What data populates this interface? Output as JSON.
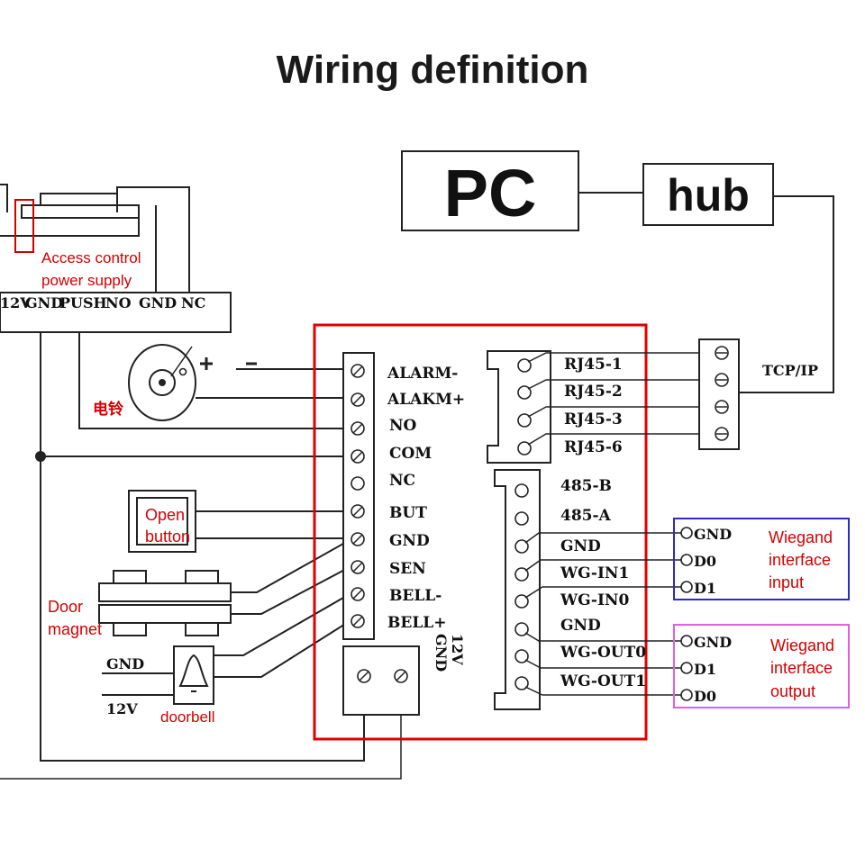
{
  "title": "Wiring definition",
  "pc_label": "PC",
  "hub_label": "hub",
  "tcpip_label": "TCP/IP",
  "power_supply": {
    "label_line1": "Access control",
    "label_line2": "power supply",
    "terminals": [
      "12V",
      "GND",
      "PUSH",
      "NO",
      "GND",
      "NC"
    ]
  },
  "bell_component": {
    "label": "电铃",
    "plus": "+",
    "minus": "-"
  },
  "open_button": {
    "line1": "Open",
    "line2": "button"
  },
  "door_magnet": {
    "line1": "Door",
    "line2": "magnet"
  },
  "doorbell": {
    "label": "doorbell",
    "gnd": "GND",
    "v12": "12V"
  },
  "controller": {
    "left_terminals": [
      "ALARM-",
      "ALAKM+",
      "NO",
      "COM",
      "NC",
      "BUT",
      "GND",
      "SEN",
      "BELL-",
      "BELL+"
    ],
    "power_labels": [
      "12V",
      "GND"
    ],
    "rj45_terminals": [
      "RJ45-1",
      "RJ45-2",
      "RJ45-3",
      "RJ45-6"
    ],
    "right_terminals": [
      "485-B",
      "485-A",
      "GND",
      "WG-IN1",
      "WG-IN0",
      "GND",
      "WG-OUT0",
      "WG-OUT1"
    ]
  },
  "wiegand_input": {
    "label_lines": [
      "Wiegand",
      "interface",
      "input"
    ],
    "pins": [
      "GND",
      "D0",
      "D1"
    ],
    "border_color": "#2a2ad0"
  },
  "wiegand_output": {
    "label_lines": [
      "Wiegand",
      "interface",
      "output"
    ],
    "pins": [
      "GND",
      "D1",
      "D0"
    ],
    "border_color": "#e060e0"
  },
  "colors": {
    "controller_border": "#e00000",
    "label_red": "#d40000"
  }
}
